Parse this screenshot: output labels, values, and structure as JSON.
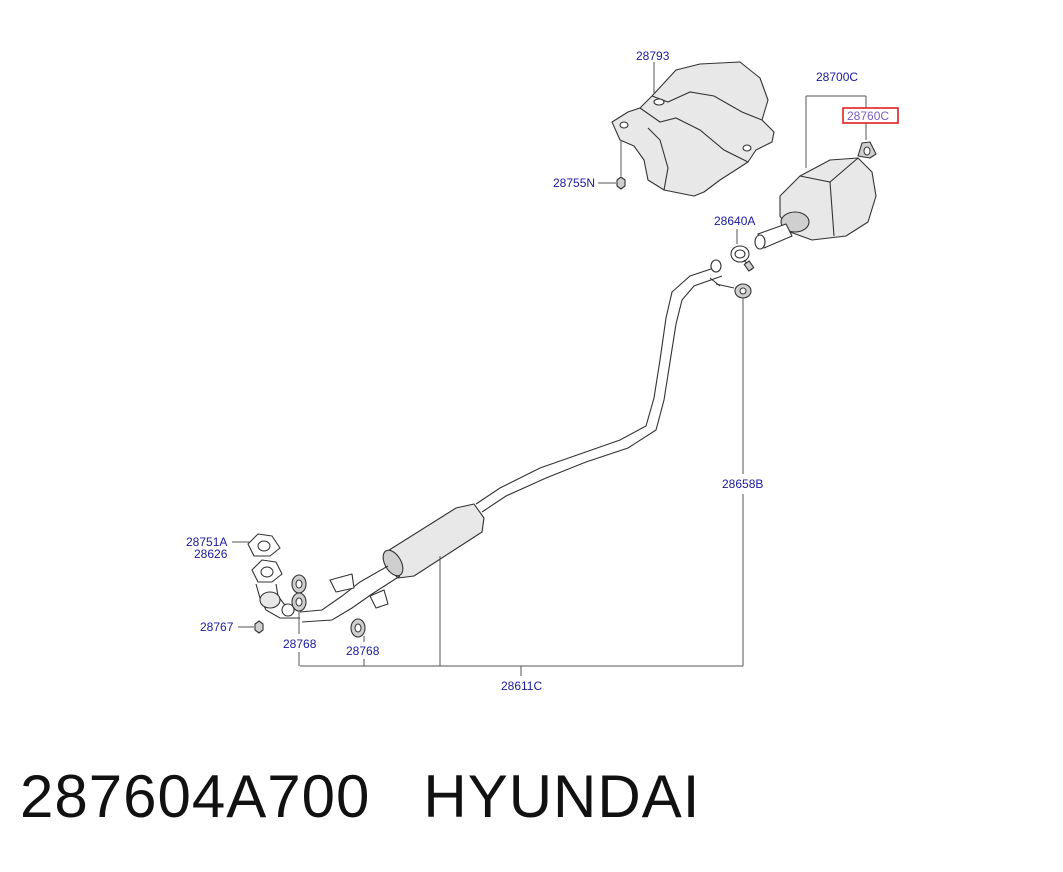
{
  "callouts": {
    "p28793": "28793",
    "p28700C": "28700C",
    "p28760C": "28760C",
    "p28755N": "28755N",
    "p28640A": "28640A",
    "p28658B": "28658B",
    "p28751A": "28751A",
    "p28626": "28626",
    "p28767": "28767",
    "p28768a": "28768",
    "p28768b": "28768",
    "p28611C": "28611C"
  },
  "highlight": {
    "part": "28760C",
    "border_color": "#e02020"
  },
  "caption": {
    "part_number": "287604A700",
    "brand": "HYUNDAI"
  },
  "colors": {
    "callout_text": "#1a1a9c",
    "highlight_text": "#7a5fc0"
  }
}
